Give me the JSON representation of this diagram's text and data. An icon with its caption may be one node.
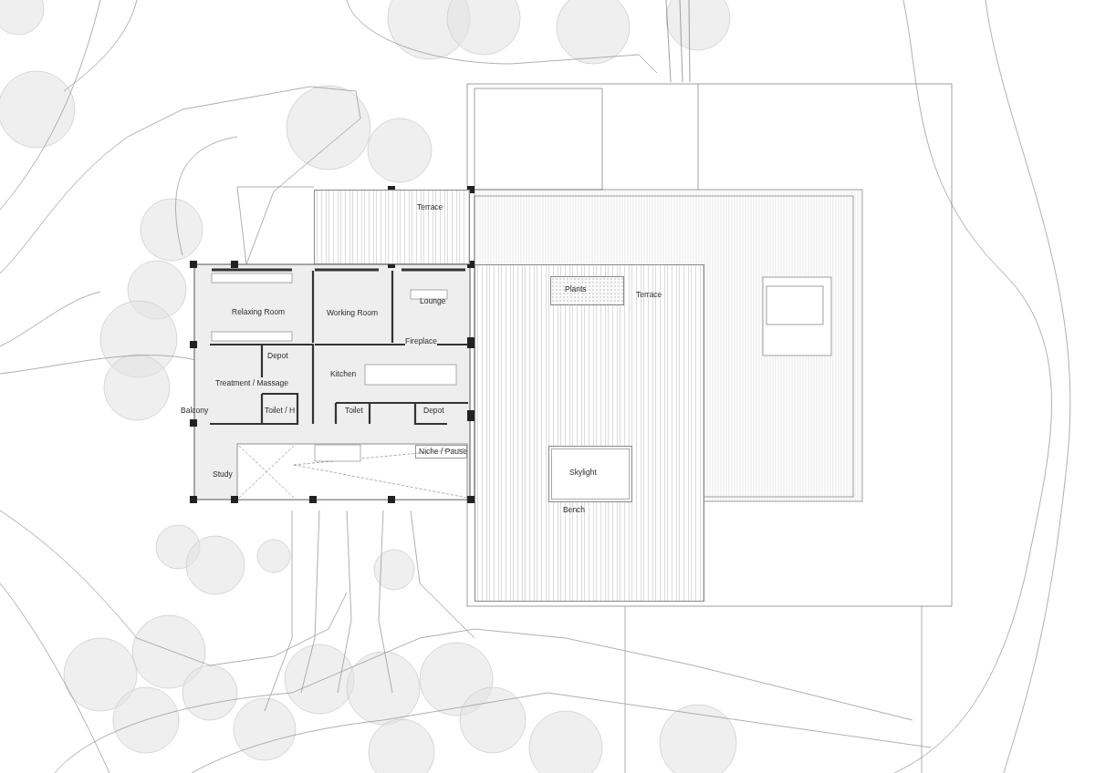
{
  "diagram": {
    "nodes": [
      {
        "text": [
          "Terrace"
        ]
      },
      {
        "text": [
          "Relaxing Room"
        ]
      },
      {
        "text": [
          "Working Room"
        ]
      },
      {
        "text": [
          "Lounge"
        ]
      },
      {
        "text": [
          "Terrace"
        ]
      },
      {
        "text": [
          "Depot"
        ]
      },
      {
        "text": [
          "Treatment / Massage"
        ]
      },
      {
        "text": [
          "Kitchen"
        ]
      },
      {
        "text": [
          "Balcony"
        ]
      },
      {
        "text": [
          "Toilet / H"
        ]
      },
      {
        "text": [
          "Toilet"
        ]
      },
      {
        "text": [
          "Depot"
        ]
      },
      {
        "text": [
          "Plants"
        ],
        "in": 4
      },
      {
        "text": [
          "Niche / Pause"
        ]
      },
      {
        "text": [
          "Skylight"
        ],
        "in": 4,
        "beside": [
          "Bench"
        ]
      },
      {
        "text": [
          "Study"
        ]
      }
    ],
    "labels": [
      "Fireplace"
    ]
  }
}
